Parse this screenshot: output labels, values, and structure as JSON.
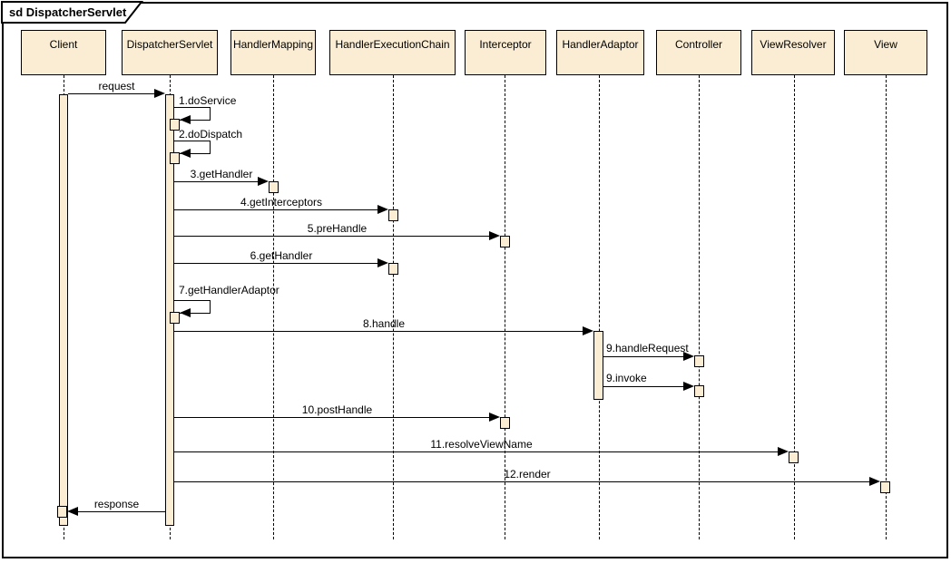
{
  "frame": {
    "title": "sd DispatcherServlet"
  },
  "lifelines": [
    {
      "label": "Client"
    },
    {
      "label": "DispatcherServlet"
    },
    {
      "label": "HandlerMapping"
    },
    {
      "label": "HandlerExecutionChain"
    },
    {
      "label": "Interceptor"
    },
    {
      "label": "HandlerAdaptor"
    },
    {
      "label": "Controller"
    },
    {
      "label": "ViewResolver"
    },
    {
      "label": "View"
    }
  ],
  "messages": [
    {
      "label": "request",
      "from": "Client",
      "to": "DispatcherServlet",
      "kind": "call"
    },
    {
      "label": "1.doService",
      "from": "DispatcherServlet",
      "to": "DispatcherServlet",
      "kind": "self"
    },
    {
      "label": "2.doDispatch",
      "from": "DispatcherServlet",
      "to": "DispatcherServlet",
      "kind": "self"
    },
    {
      "label": "3.getHandler",
      "from": "DispatcherServlet",
      "to": "HandlerMapping",
      "kind": "call"
    },
    {
      "label": "4.getInterceptors",
      "from": "DispatcherServlet",
      "to": "HandlerExecutionChain",
      "kind": "call"
    },
    {
      "label": "5.preHandle",
      "from": "DispatcherServlet",
      "to": "Interceptor",
      "kind": "call"
    },
    {
      "label": "6.getHandler",
      "from": "DispatcherServlet",
      "to": "HandlerExecutionChain",
      "kind": "call"
    },
    {
      "label": "7.getHandlerAdaptor",
      "from": "DispatcherServlet",
      "to": "DispatcherServlet",
      "kind": "self"
    },
    {
      "label": "8.handle",
      "from": "DispatcherServlet",
      "to": "HandlerAdaptor",
      "kind": "call"
    },
    {
      "label": "9.handleRequest",
      "from": "HandlerAdaptor",
      "to": "Controller",
      "kind": "call"
    },
    {
      "label": "9.invoke",
      "from": "HandlerAdaptor",
      "to": "Controller",
      "kind": "call"
    },
    {
      "label": "10.postHandle",
      "from": "DispatcherServlet",
      "to": "Interceptor",
      "kind": "call"
    },
    {
      "label": "11.resolveViewName",
      "from": "DispatcherServlet",
      "to": "ViewResolver",
      "kind": "call"
    },
    {
      "label": "12.render",
      "from": "DispatcherServlet",
      "to": "View",
      "kind": "call"
    },
    {
      "label": "response",
      "from": "DispatcherServlet",
      "to": "Client",
      "kind": "return"
    }
  ],
  "colors": {
    "lifeline_fill": "#FAEDD3",
    "line": "#000000",
    "background": "#FFFFFF"
  }
}
